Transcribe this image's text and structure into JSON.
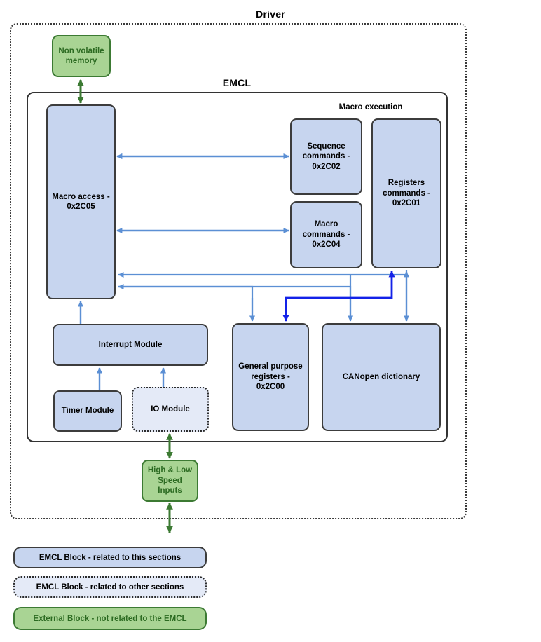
{
  "diagram": {
    "title": "Driver",
    "inner_title": "EMCL",
    "section_label": "Macro execution"
  },
  "colors": {
    "block_blue_fill": "#c7d5ef",
    "block_blue_border": "#3c3c3c",
    "block_blue_dotted_fill": "#e4eaf7",
    "block_green_fill": "#a9d494",
    "block_green_border": "#3c7a33",
    "block_green_text": "#2c6b22",
    "arrow_blue": "#5b8fd4",
    "arrow_dark_blue": "#1322e8",
    "arrow_green": "#3c7a33"
  },
  "nodes": {
    "non_volatile_memory": "Non volatile\nmemory",
    "macro_access": "Macro access -\n0x2C05",
    "sequence_commands": "Sequence\ncommands -\n0x2C02",
    "macro_commands": "Macro\ncommands -\n0x2C04",
    "registers_commands": "Registers\ncommands -\n0x2C01",
    "interrupt_module": "Interrupt Module",
    "timer_module": "Timer Module",
    "io_module": "IO Module",
    "general_purpose_registers": "General purpose\nregisters -\n0x2C00",
    "canopen_dictionary": "CANopen dictionary",
    "high_low_speed_inputs": "High & Low\nSpeed Inputs"
  },
  "legend": [
    {
      "label": "EMCL Block - related to this sections",
      "style": "blue"
    },
    {
      "label": "EMCL Block - related to other sections",
      "style": "blue-dotted"
    },
    {
      "label": "External Block - not related to the EMCL",
      "style": "green"
    }
  ],
  "connections": [
    {
      "from": "non_volatile_memory",
      "to": "macro_access",
      "style": "green",
      "heads": "both"
    },
    {
      "from": "macro_access",
      "to": "sequence_commands",
      "style": "blue",
      "heads": "both"
    },
    {
      "from": "macro_access",
      "to": "macro_commands",
      "style": "blue",
      "heads": "both"
    },
    {
      "from": "registers_commands",
      "to": "macro_access",
      "style": "blue",
      "heads": "start"
    },
    {
      "from": "canopen_dictionary",
      "to": "macro_access",
      "style": "blue",
      "heads": "start"
    },
    {
      "from": "macro_access",
      "to": "general_purpose_registers",
      "style": "blue",
      "heads": "end"
    },
    {
      "from": "registers_commands",
      "to": "canopen_dictionary",
      "style": "blue",
      "heads": "both"
    },
    {
      "from": "general_purpose_registers",
      "to": "registers_commands",
      "style": "dark-blue",
      "heads": "both"
    },
    {
      "from": "interrupt_module",
      "to": "macro_access",
      "style": "blue",
      "heads": "end"
    },
    {
      "from": "timer_module",
      "to": "interrupt_module",
      "style": "blue",
      "heads": "end"
    },
    {
      "from": "io_module",
      "to": "interrupt_module",
      "style": "blue",
      "heads": "end"
    },
    {
      "from": "io_module",
      "to": "high_low_speed_inputs",
      "style": "green",
      "heads": "both"
    },
    {
      "from": "high_low_speed_inputs",
      "to": "external",
      "style": "green",
      "heads": "both"
    }
  ]
}
